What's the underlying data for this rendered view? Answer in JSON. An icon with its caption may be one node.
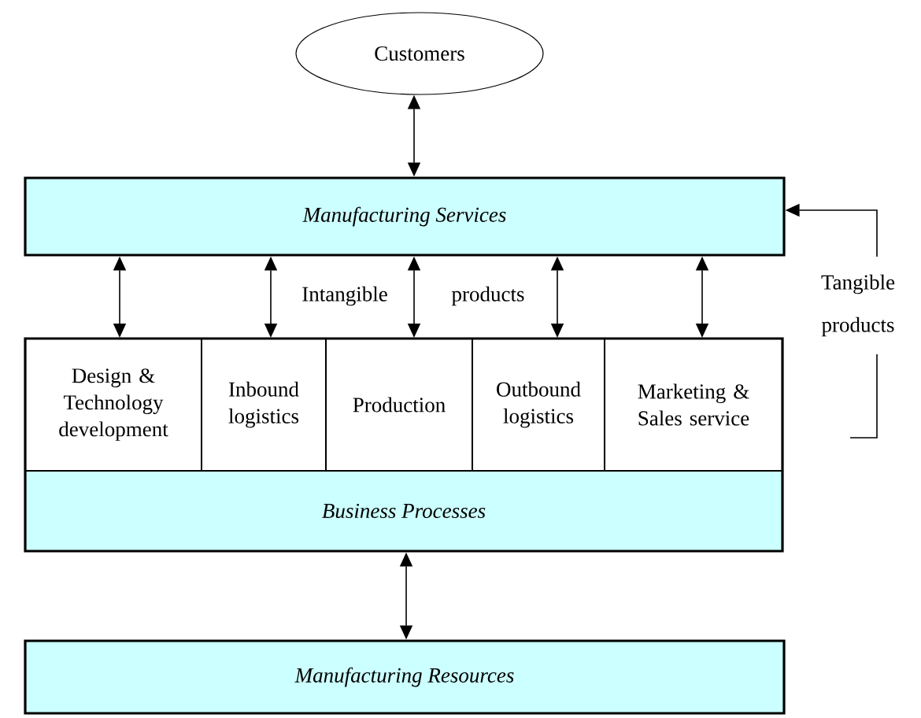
{
  "diagram": {
    "nodes": [
      {
        "text": [
          "Customers"
        ]
      },
      {
        "text": [
          "Manufacturing Services"
        ]
      },
      {
        "text": [
          "Business Processes"
        ]
      },
      {
        "text": [
          "Design & Technology development"
        ],
        "in": 2
      },
      {
        "text": [
          "Inbound logistics"
        ],
        "in": 2
      },
      {
        "text": [
          "Production"
        ],
        "in": 2
      },
      {
        "text": [
          "Outbound logistics"
        ],
        "in": 2
      },
      {
        "text": [
          "Marketing & Sales service"
        ],
        "in": 2
      },
      {
        "text": [
          "Manufacturing Resources"
        ]
      }
    ],
    "edges": [
      {
        "from": 0,
        "to": 1,
        "arrow": "both"
      },
      {
        "from": 1,
        "to": 3,
        "arrow": "both"
      },
      {
        "from": 1,
        "to": 4,
        "arrow": "both"
      },
      {
        "from": 1,
        "to": 5,
        "arrow": "both"
      },
      {
        "from": 1,
        "to": 6,
        "arrow": "both"
      },
      {
        "from": 1,
        "to": 7,
        "arrow": "both"
      },
      {
        "from": null,
        "to": 1,
        "arrow": "to",
        "label": "Tangible products"
      },
      {
        "from": 2,
        "to": 8,
        "arrow": "both"
      }
    ],
    "labels": [
      "Intangible",
      "products"
    ]
  }
}
